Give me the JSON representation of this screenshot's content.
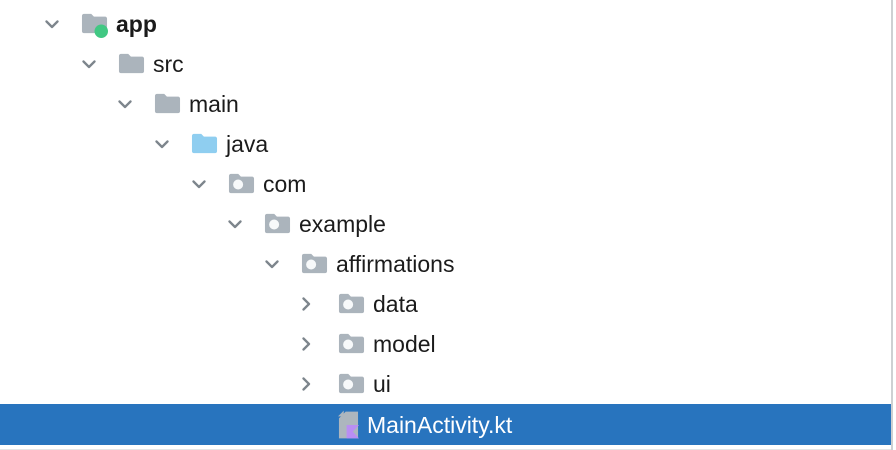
{
  "panel": {
    "name": "project-tree"
  },
  "colors": {
    "selection_blue": "#2874be",
    "folder_gray": "#abb4bc",
    "java_folder_blue": "#8fcef0",
    "module_green_dot": "#41c883",
    "kotlin_purple": "#b98ef3",
    "package_dot_white": "#f7f9fa",
    "chevron_gray": "#7d858c",
    "text_dark": "#1b1b1b",
    "text_selected": "#ffffff"
  },
  "tree": {
    "items": [
      {
        "label": "app",
        "level": 0,
        "expanded": true,
        "icon": "android-module-folder-icon",
        "bold": true,
        "selected": false
      },
      {
        "label": "src",
        "level": 1,
        "expanded": true,
        "icon": "folder-icon",
        "bold": false,
        "selected": false
      },
      {
        "label": "main",
        "level": 2,
        "expanded": true,
        "icon": "folder-icon",
        "bold": false,
        "selected": false
      },
      {
        "label": "java",
        "level": 3,
        "expanded": true,
        "icon": "source-root-folder-icon",
        "bold": false,
        "selected": false
      },
      {
        "label": "com",
        "level": 4,
        "expanded": true,
        "icon": "package-folder-icon",
        "bold": false,
        "selected": false
      },
      {
        "label": "example",
        "level": 5,
        "expanded": true,
        "icon": "package-folder-icon",
        "bold": false,
        "selected": false
      },
      {
        "label": "affirmations",
        "level": 6,
        "expanded": true,
        "icon": "package-folder-icon",
        "bold": false,
        "selected": false
      },
      {
        "label": "data",
        "level": 7,
        "expanded": false,
        "icon": "package-folder-icon",
        "bold": false,
        "selected": false
      },
      {
        "label": "model",
        "level": 7,
        "expanded": false,
        "icon": "package-folder-icon",
        "bold": false,
        "selected": false
      },
      {
        "label": "ui",
        "level": 7,
        "expanded": false,
        "icon": "package-folder-icon",
        "bold": false,
        "selected": false
      },
      {
        "label": "MainActivity.kt",
        "level": 7,
        "expanded": null,
        "icon": "kotlin-file-icon",
        "bold": false,
        "selected": true
      }
    ]
  }
}
